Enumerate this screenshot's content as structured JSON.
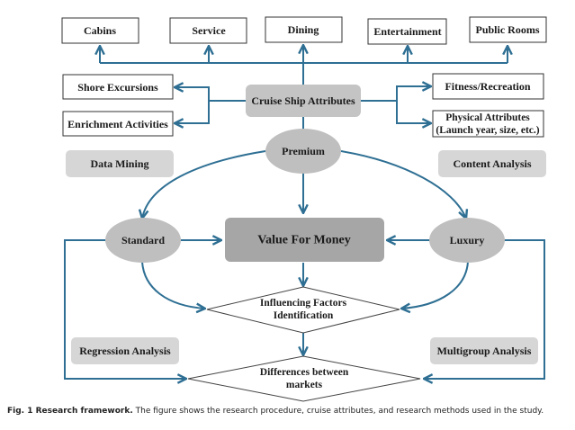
{
  "figure": {
    "top_attributes": [
      "Cabins",
      "Service",
      "Dining",
      "Entertainment",
      "Public Rooms"
    ],
    "left_attributes": [
      "Shore Excursions",
      "Enrichment Activities"
    ],
    "right_attributes": [
      "Fitness/Recreation",
      "Physical Attributes",
      "(Launch year, size, etc.)"
    ],
    "central_node": "Cruise  Ship Attributes",
    "markets": {
      "premium": "Premium",
      "standard": "Standard",
      "luxury": "Luxury"
    },
    "core_node": "Value For Money",
    "methods": {
      "data_mining": "Data Mining",
      "content_analysis": "Content Analysis",
      "regression_analysis": "Regression Analysis",
      "multigroup_analysis": "Multigroup Analysis"
    },
    "decisions": {
      "influencing_factors": [
        "Influencing Factors",
        "Identification"
      ],
      "differences": [
        "Differences between",
        "markets"
      ]
    },
    "colors": {
      "connector": "#2e6f93",
      "method_box": "#d6d6d6",
      "market_ellipse": "#bfbfbf",
      "core_box": "#a6a6a6"
    }
  },
  "caption": {
    "label": "Fig. 1 Research framework.",
    "text": " The figure shows the research procedure, cruise attributes, and research methods used in the study."
  }
}
